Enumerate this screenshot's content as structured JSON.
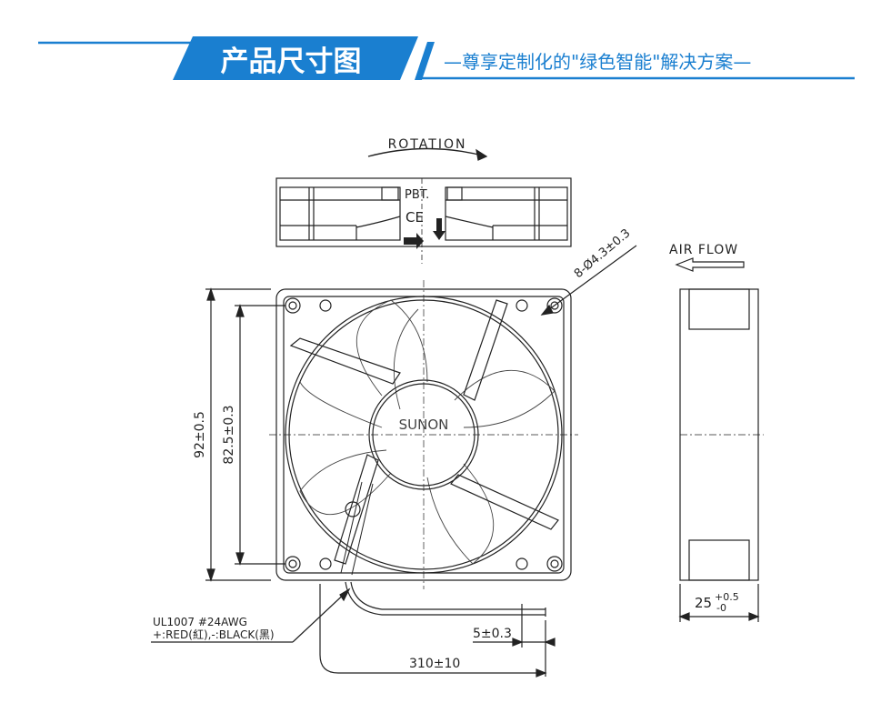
{
  "header": {
    "title": "产品尺寸图",
    "subtitle": "—尊享定制化的\"绿色智能\"解决方案—",
    "accent_color": "#1a7fd0",
    "title_text_color": "#ffffff"
  },
  "diagram": {
    "rotation_label": "ROTATION",
    "material_label": "PBT.",
    "ce_mark": "CE",
    "airflow_label": "AIR FLOW",
    "hole_spec": "8-Ø4.3±0.3",
    "brand_label": "SUNON",
    "dim_outer": "92±0.5",
    "dim_hole_pitch": "82.5±0.3",
    "depth_base": "25",
    "depth_tol_plus": "+0.5",
    "depth_tol_minus": "-0",
    "cable_spec_line1": "UL1007  #24AWG",
    "cable_spec_line2": "+:RED(紅),-:BLACK(黑)",
    "strip_length": "5±0.3",
    "lead_length": "310±10",
    "line_color": "#222222"
  }
}
